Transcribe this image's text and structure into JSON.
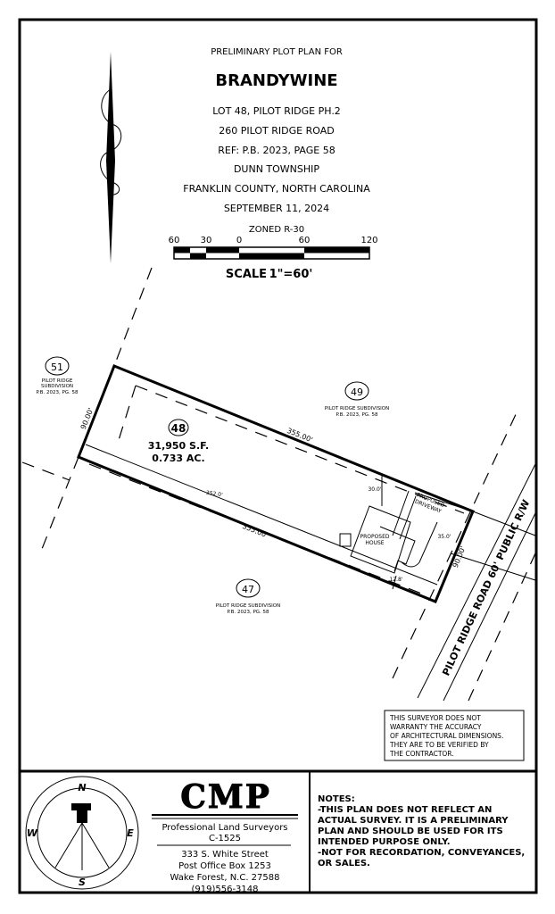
{
  "title_block": {
    "heading": "PRELIMINARY PLOT PLAN FOR",
    "name": "BRANDYWINE",
    "lot": "LOT 48, PILOT RIDGE PH.2",
    "address": "260 PILOT RIDGE ROAD",
    "ref": "REF: P.B. 2023, PAGE 58",
    "township": "DUNN TOWNSHIP",
    "county": "FRANKLIN COUNTY, NORTH CAROLINA",
    "date": "SEPTEMBER 11, 2024",
    "zoning": "ZONED R-30",
    "scale_ticks": [
      "60",
      "30",
      "0",
      "60",
      "120"
    ],
    "scale_label": "SCALE",
    "scale_value": "1\"=60'"
  },
  "plan": {
    "lot_number": "48",
    "area_sf": "31,950 S.F.",
    "area_ac": "0.733 AC.",
    "dim_front": "90.00'",
    "dim_rear": "90.00'",
    "dim_top": "355.00'",
    "dim_bottom": "355.00'",
    "dim_depth": "352.0'",
    "setback_30": "30.0'",
    "setback_35": "35.0'",
    "setback_12": "12.8'",
    "house_label": [
      "PROPOSED",
      "HOUSE"
    ],
    "driveway_label": [
      "PROPOSED",
      "DRIVEWAY"
    ],
    "road_label": "PILOT RIDGE ROAD 60' PUBLIC R/W",
    "neighbors": [
      {
        "number": "51",
        "lines": [
          "PILOT RIDGE",
          "SUBDIVISION",
          "P.B. 2023, PG. 58"
        ]
      },
      {
        "number": "49",
        "lines": [
          "PILOT RIDGE SUBDIVISION",
          "P.B. 2023, PG. 58"
        ]
      },
      {
        "number": "47",
        "lines": [
          "PILOT RIDGE SUBDIVISION",
          "P.B. 2023, PG. 58"
        ]
      }
    ],
    "disclaimer": [
      "THIS SURVEYOR DOES NOT",
      "WARRANTY THE ACCURACY",
      "OF ARCHITECTURAL DIMENSIONS.",
      "THEY ARE TO BE VERIFIED BY",
      "THE CONTRACTOR."
    ]
  },
  "footer": {
    "compass": {
      "n": "N",
      "s": "S",
      "e": "E",
      "w": "W"
    },
    "logo": "CMP",
    "firm": "Professional Land Surveyors",
    "license": "C-1525",
    "address_lines": [
      "333 S. White Street",
      "Post Office Box 1253",
      "Wake Forest, N.C. 27588",
      "(919)556-3148"
    ],
    "notes_title": "NOTES:",
    "notes_lines": [
      "-THIS PLAN DOES NOT REFLECT AN",
      "ACTUAL SURVEY. IT IS A PRELIMINARY",
      "PLAN AND SHOULD BE USED FOR ITS",
      "INTENDED PURPOSE ONLY.",
      "-NOT FOR RECORDATION, CONVEYANCES,",
      "OR SALES."
    ]
  }
}
